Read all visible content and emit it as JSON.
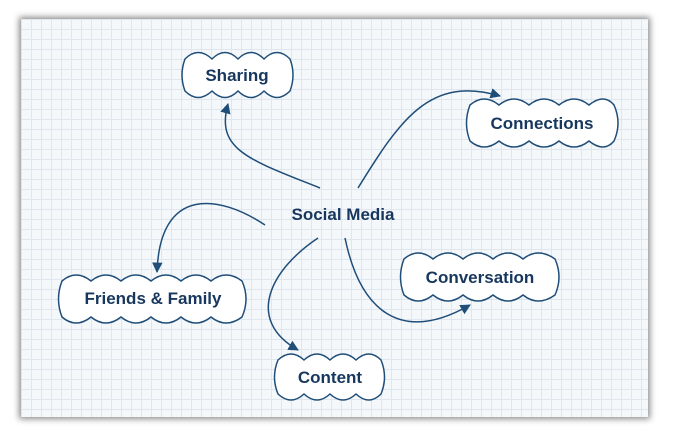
{
  "diagram": {
    "center": "Social Media",
    "nodes": [
      {
        "id": "sharing",
        "label": "Sharing"
      },
      {
        "id": "connections",
        "label": "Connections"
      },
      {
        "id": "conversation",
        "label": "Conversation"
      },
      {
        "id": "friends",
        "label": "Friends & Family"
      },
      {
        "id": "content",
        "label": "Content"
      }
    ]
  }
}
